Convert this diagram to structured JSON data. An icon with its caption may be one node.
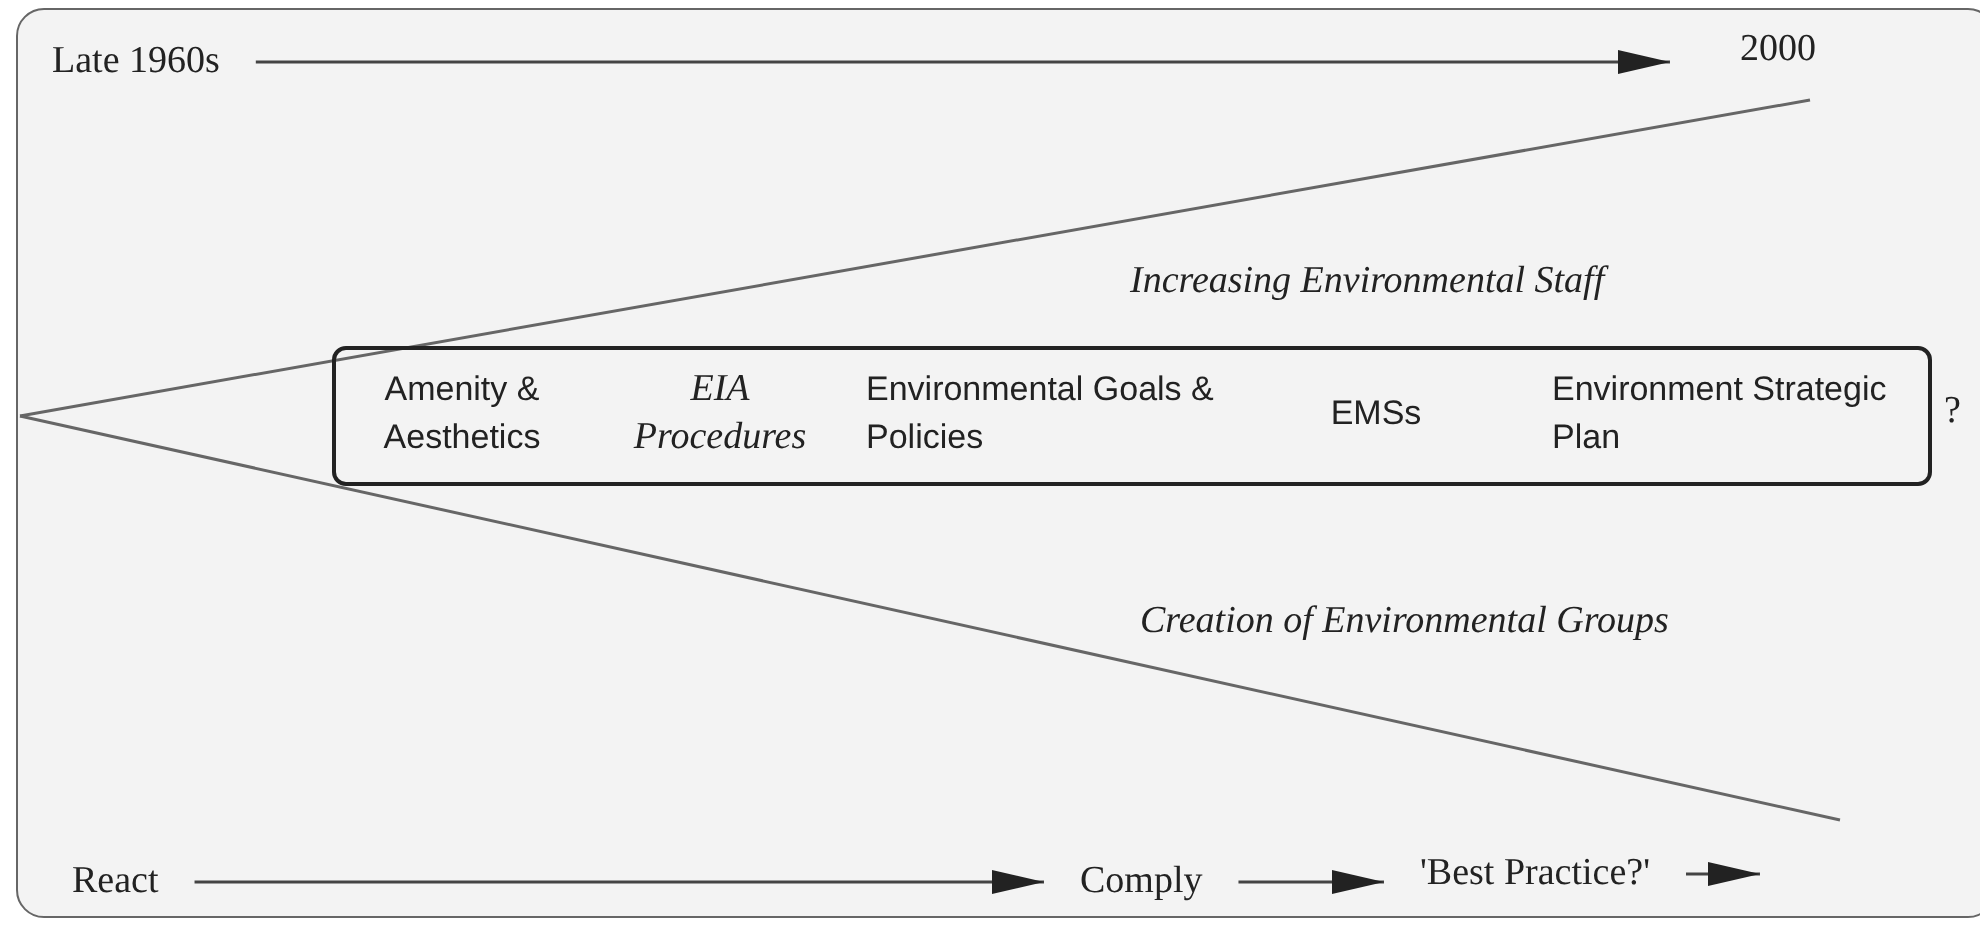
{
  "diagram": {
    "nodes": [
      {
        "text": [
          "Late 1960s"
        ]
      },
      {
        "text": [
          "2000"
        ]
      },
      {
        "text": [
          "Amenity & Aesthetics",
          "EIA Procedures",
          "Environmental Goals & Policies",
          "EMSs",
          "Environment Strategic Plan"
        ]
      },
      {
        "text": [
          "React"
        ]
      },
      {
        "text": [
          "Comply"
        ]
      },
      {
        "text": [
          "'Best Practice?'"
        ]
      }
    ],
    "edges": [
      {
        "from": 0,
        "to": 1,
        "arrow": "to"
      },
      {
        "from": 3,
        "to": 4,
        "arrow": "to"
      },
      {
        "from": 4,
        "to": 5,
        "arrow": "to"
      },
      {
        "from": 5,
        "to": null,
        "arrow": "to"
      }
    ],
    "labels": [
      "Increasing Environmental Staff",
      "?",
      "Creation of Environmental Groups"
    ]
  }
}
